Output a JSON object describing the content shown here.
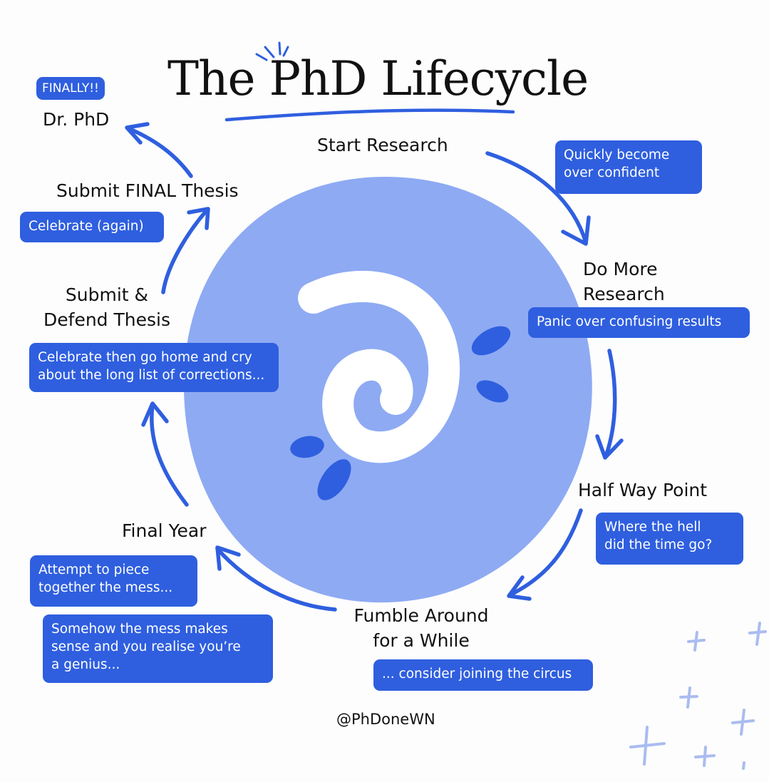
{
  "title": "The PhD Lifecycle",
  "colors": {
    "accent": "#2f5fdf",
    "circle": "#8eaaf3",
    "spiral": "#ffffff",
    "text": "#111111",
    "sparkle": "#aabcf0"
  },
  "stages": {
    "start_research": {
      "label": "Start Research",
      "note": "Quickly become over confident"
    },
    "do_more_research": {
      "label_lines": [
        "Do More",
        "Research"
      ],
      "note": "Panic over confusing results"
    },
    "half_way_point": {
      "label": "Half Way Point",
      "note_lines": [
        "Where the hell",
        "did the time go?"
      ]
    },
    "fumble_around": {
      "label_lines": [
        "Fumble Around",
        "for a While"
      ],
      "note": "... consider joining the circus"
    },
    "final_year": {
      "label": "Final Year",
      "note_lines": [
        "Attempt to piece",
        "together the mess..."
      ],
      "note2_lines": [
        "Somehow the mess makes",
        "sense and you realise you’re",
        "a genius..."
      ]
    },
    "submit_defend": {
      "label_lines": [
        "Submit &",
        "Defend Thesis"
      ],
      "note_lines": [
        "Celebrate then go home and cry",
        "about the long list of corrections..."
      ]
    },
    "submit_final": {
      "label": "Submit FINAL Thesis",
      "note": "Celebrate (again)"
    },
    "dr_phd": {
      "badge": "FINALLY!!",
      "label": "Dr. PhD"
    }
  },
  "handle": "@PhDoneWN",
  "icons": [
    "spiral-icon",
    "cycle-arrow-icon",
    "sparkle-icon",
    "emphasis-lines-icon"
  ]
}
